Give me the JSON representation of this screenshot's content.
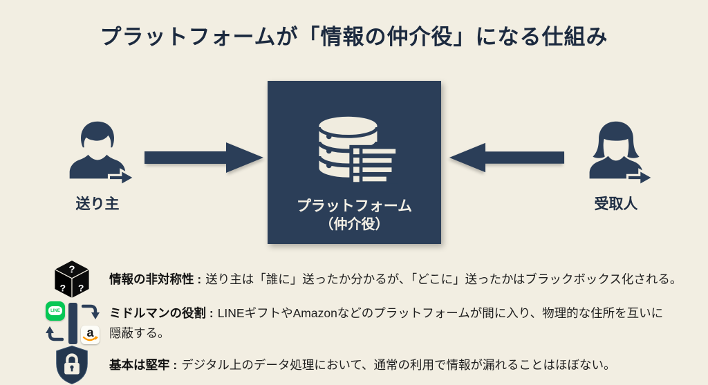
{
  "title": "プラットフォームが「情報の仲介役」になる仕組み",
  "diagram": {
    "sender": {
      "label": "送り主",
      "icon": "person-male-arrow-icon"
    },
    "receiver": {
      "label": "受取人",
      "icon": "person-female-arrow-icon"
    },
    "platform": {
      "name": "プラットフォーム",
      "role": "（仲介役）",
      "icon": "database-icon"
    },
    "flow": {
      "left_arrow": "sender-to-platform",
      "right_arrow": "receiver-to-platform"
    }
  },
  "bullets": [
    {
      "icon": "mystery-box-icon",
      "label": "情報の非対称性 :",
      "desc": "送り主は「誰に」送ったか分かるが、「どこに」送ったかはブラックボックス化される。"
    },
    {
      "icon": "line-amazon-exchange-icon",
      "label": "ミドルマンの役割 :",
      "desc": "LINEギフトやAmazonなどのプラットフォームが間に入り、物理的な住所を互いに\n隠蔽する。"
    },
    {
      "icon": "shield-lock-icon",
      "label": "基本は堅牢 :",
      "desc": "デジタル上のデータ処理において、通常の利用で情報が漏れることはほぼない。"
    }
  ],
  "icons": {
    "line_badge_text": "LINE",
    "amazon_badge_text": "a",
    "question_mark": "?"
  },
  "colors": {
    "background": "#f2eee2",
    "navy": "#2b3e58",
    "title_text": "#1c2a3f",
    "body_text": "#1f1f1f",
    "cream_icon": "#f0ecdf",
    "line_green": "#06c755",
    "amazon_orange": "#ff9900",
    "box_black": "#0d0d0d"
  }
}
